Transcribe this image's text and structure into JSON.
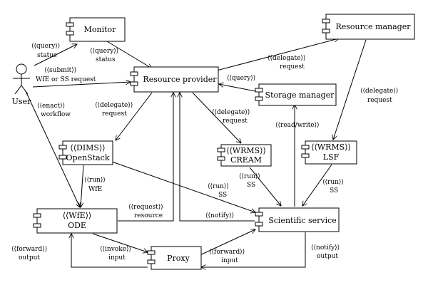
{
  "components": [
    {
      "id": "monitor",
      "label": "Monitor"
    },
    {
      "id": "resource_manager",
      "label": "Resource manager"
    },
    {
      "id": "resource_provider",
      "label": "Resource provider"
    },
    {
      "id": "storage_manager",
      "label": "Storage manager"
    },
    {
      "id": "openstack",
      "label_top": "⟨⟨DIMS⟩⟩",
      "label": "OpenStack"
    },
    {
      "id": "cream",
      "label_top": "⟨⟨WRMS⟩⟩",
      "label": "CREAM"
    },
    {
      "id": "lsf",
      "label_top": "⟨⟨WRMS⟩⟩",
      "label": "LSF"
    },
    {
      "id": "ode",
      "label_top": "⟨⟨WfE⟩⟩",
      "label": "ODE"
    },
    {
      "id": "scientific_service",
      "label": "Scientific service"
    },
    {
      "id": "proxy",
      "label": "Proxy"
    }
  ],
  "actor": {
    "label": "User"
  },
  "edge_labels": {
    "user_monitor": [
      "⟨⟨query⟩⟩",
      "status"
    ],
    "monitor_rp": [
      "⟨⟨query⟩⟩",
      "status"
    ],
    "user_rp": [
      "⟨⟨submit⟩⟩",
      "WfE or SS request"
    ],
    "user_ode": [
      "⟨⟨enact⟩⟩",
      "workflow"
    ],
    "rp_rm": [
      "⟨⟨delegate⟩⟩",
      "request"
    ],
    "sm_rp": [
      "⟨⟨query⟩⟩"
    ],
    "rp_openstack": [
      "⟨⟨delegate⟩⟩",
      "request"
    ],
    "rp_cream": [
      "⟨⟨delegate⟩⟩",
      "request"
    ],
    "rm_lsf": [
      "⟨⟨delegate⟩⟩",
      "request"
    ],
    "ss_sm": [
      "⟨⟨read/write⟩⟩"
    ],
    "openstack_ode": [
      "⟨⟨run⟩⟩",
      "WfE"
    ],
    "openstack_ss": [
      "⟨⟨run⟩⟩",
      "SS"
    ],
    "cream_ss": [
      "⟨⟨run⟩⟩",
      "SS"
    ],
    "lsf_ss": [
      "⟨⟨run⟩⟩",
      "SS"
    ],
    "ode_rp": [
      "⟨⟨request⟩⟩",
      "resource"
    ],
    "ss_rp": [
      "⟨⟨notify⟩⟩"
    ],
    "proxy_ode": [
      "⟨⟨forward⟩⟩",
      "output"
    ],
    "ode_proxy": [
      "⟨⟨invoke⟩⟩",
      "input"
    ],
    "proxy_ss": [
      "⟨⟨forward⟩⟩",
      "input"
    ],
    "ss_proxy": [
      "⟨⟨notify⟩⟩",
      "output"
    ]
  }
}
